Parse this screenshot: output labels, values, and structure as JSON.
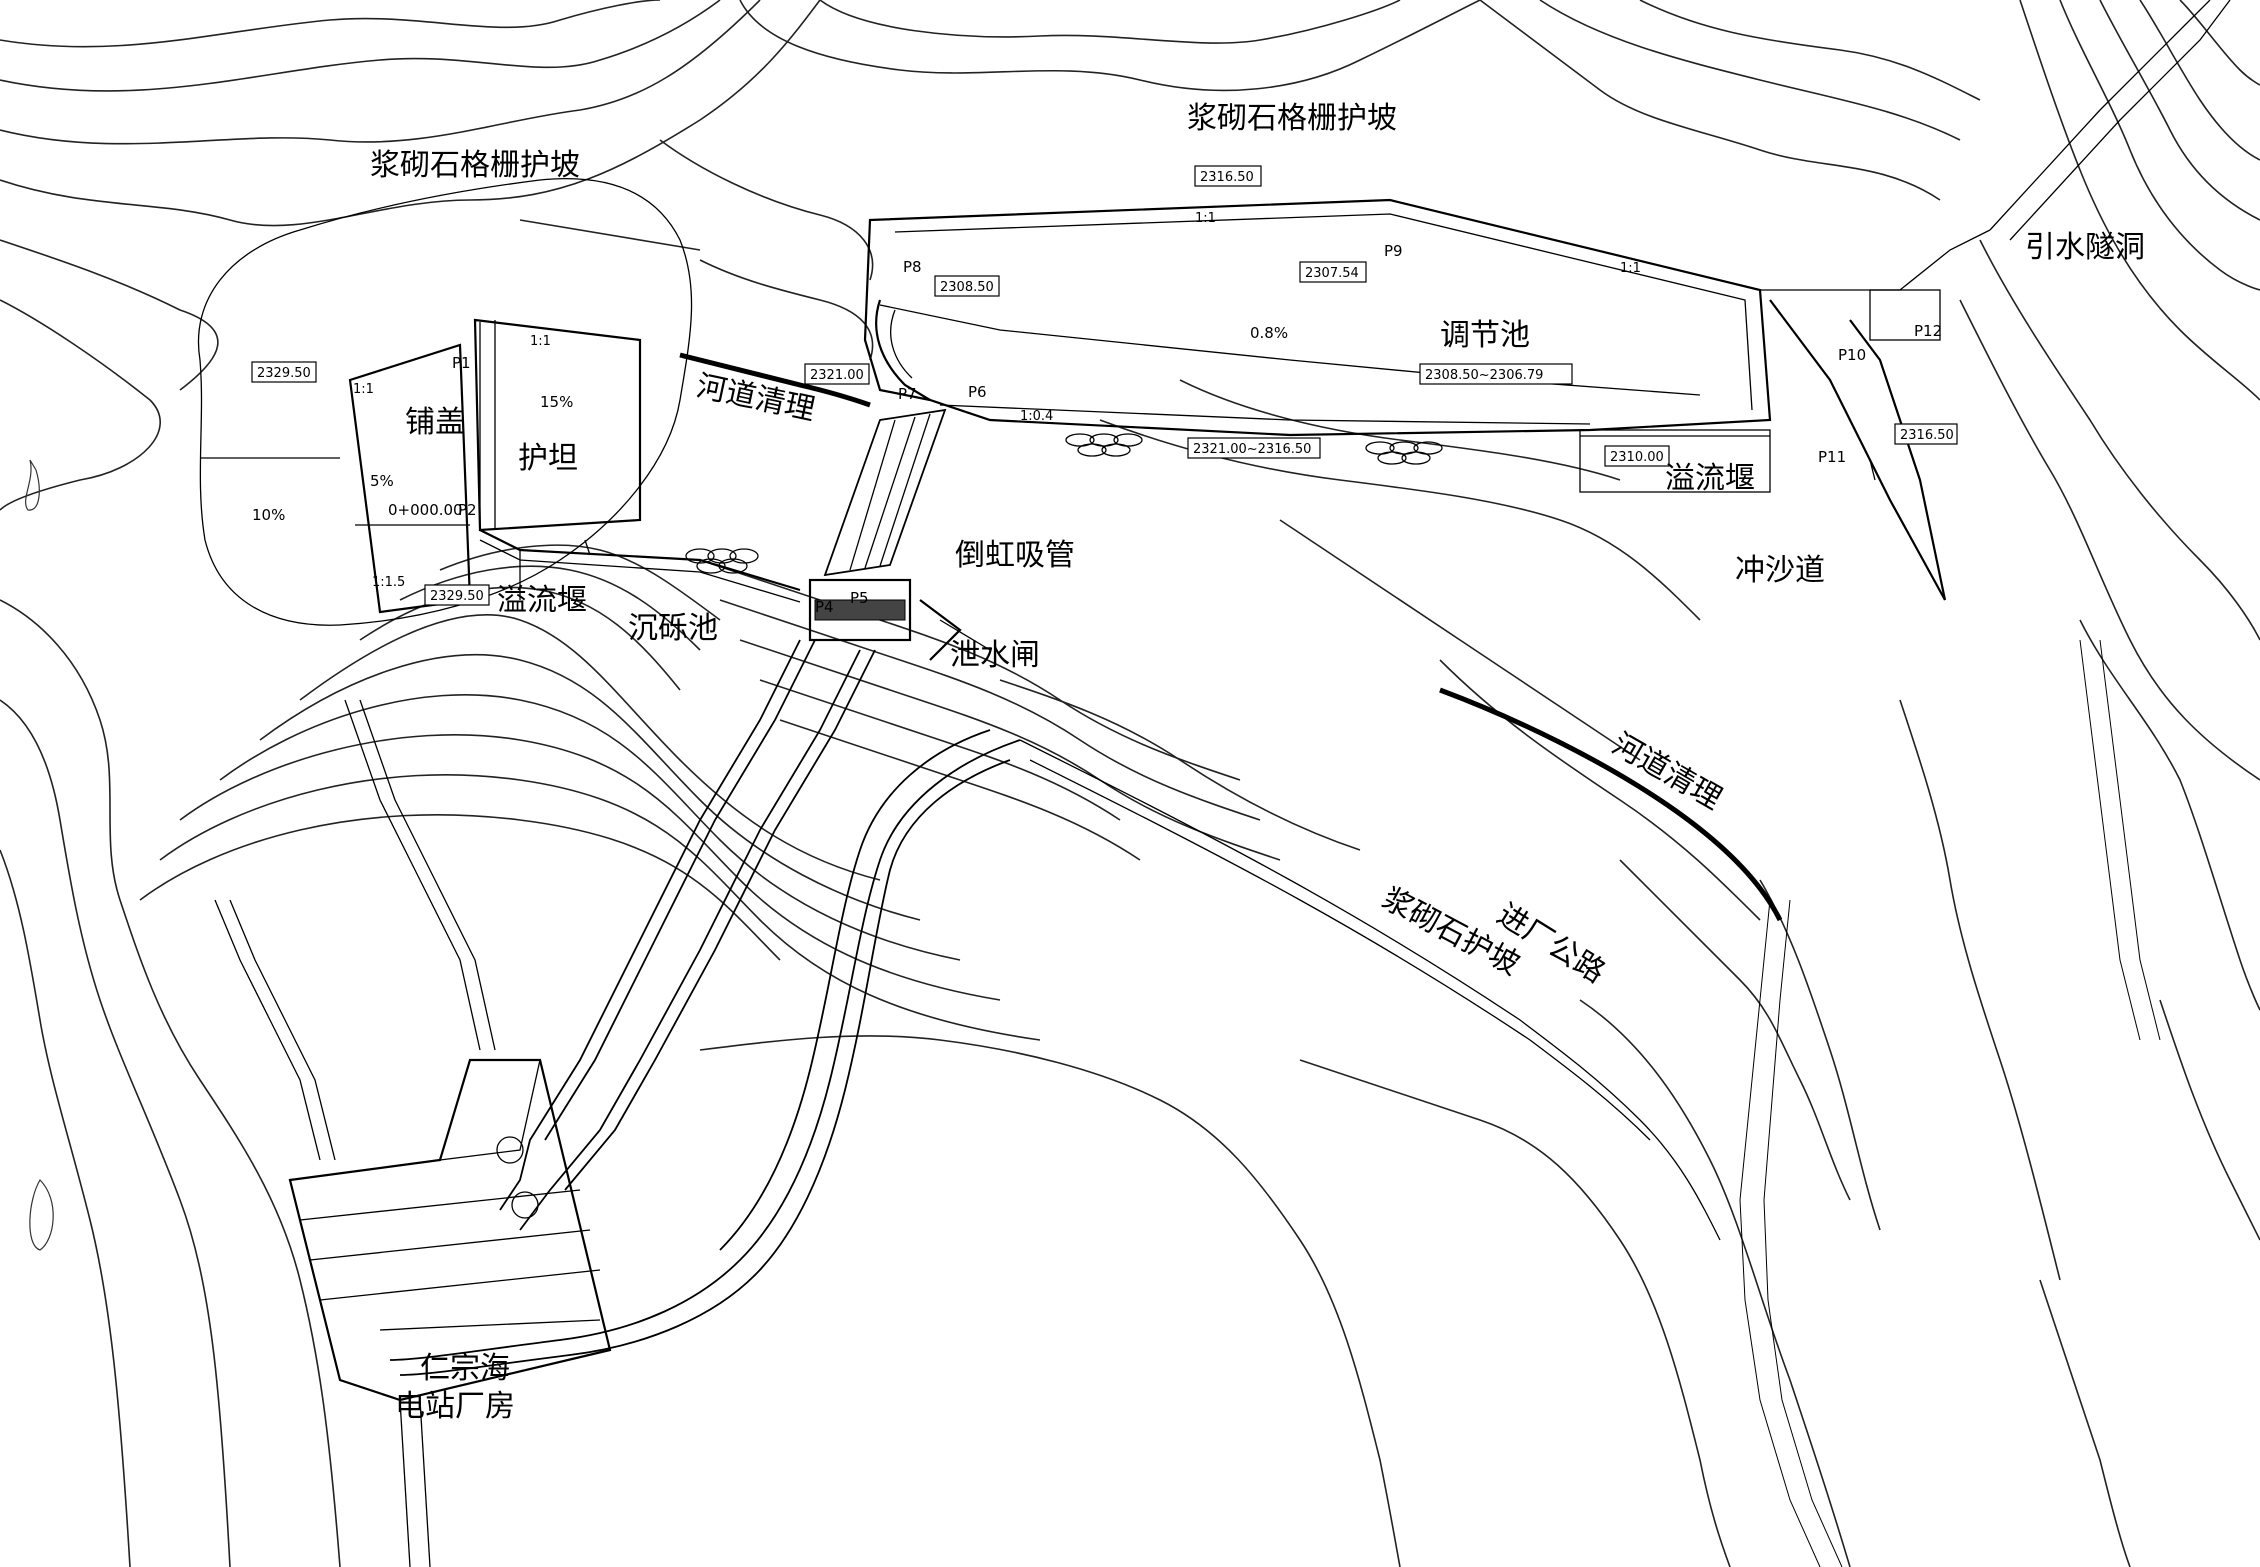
{
  "labels": {
    "slope_top_center": "浆砌石格栅护坡",
    "slope_top_left": "浆砌石格栅护坡",
    "tunnel": "引水隧洞",
    "pool": "调节池",
    "blanket": "铺盖",
    "apron": "护坦",
    "river_clear_1": "河道清理",
    "river_clear_2": "河道清理",
    "inverted_siphon": "倒虹吸管",
    "spillway_left": "溢流堰",
    "spillway_right": "溢流堰",
    "gravel_tank": "沉砾池",
    "sluice_gate": "泄水闸",
    "flush_channel": "冲沙道",
    "access_road": "进厂公路",
    "stone_slope": "浆砌石护坡",
    "powerhouse_line1": "仁宗海",
    "powerhouse_line2": "电站厂房"
  },
  "elevations": {
    "e1": "2316.50",
    "e2": "2308.50",
    "e3": "2307.54",
    "e4": "2308.50~2306.79",
    "e5": "2321.00",
    "e6": "2329.50",
    "e7": "2329.50",
    "e8": "2321.00~2316.50",
    "e9": "2310.00",
    "e10": "2316.50"
  },
  "points": {
    "p1": "P1",
    "p2": "P2",
    "p4": "P4",
    "p5": "P5",
    "p6": "P6",
    "p7": "P7",
    "p8": "P8",
    "p9": "P9",
    "p10": "P10",
    "p11": "P11",
    "p12": "P12"
  },
  "small": {
    "slope_pool_top": "1:1",
    "slope_pool_right": "1:1",
    "slope_apron": "1:1",
    "slope_blanket": "1:1",
    "slope_04": "1:0.4",
    "slope_15": "1:1.5",
    "grade_15": "15%",
    "grade_5": "5%",
    "grade_10": "10%",
    "grade_08": "0.8%",
    "chainage": "0+000.00"
  }
}
